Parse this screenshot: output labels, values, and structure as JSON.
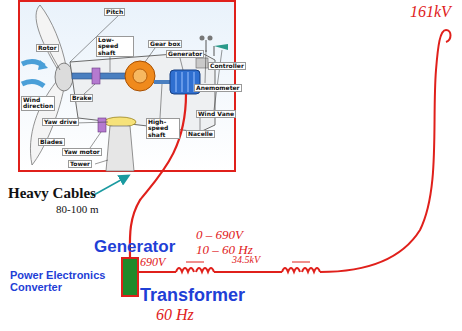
{
  "diagram": {
    "labels": [
      "Pitch",
      "Rotor",
      "Low-speed shaft",
      "Gear box",
      "Generator",
      "Controller",
      "Anemometer",
      "Wind direction",
      "Brake",
      "Yaw drive",
      "Wind Vane",
      "Yaw motor",
      "Blades",
      "Tower",
      "High-speed shaft",
      "Nacelle",
      "Heavy Cables",
      "80-100 m",
      "Generator",
      "0 – 690V",
      "10 – 60 Hz",
      "Power Electronics Converter",
      "690V",
      "34.5kV",
      "Transformer",
      "60 Hz",
      "161kV"
    ]
  }
}
